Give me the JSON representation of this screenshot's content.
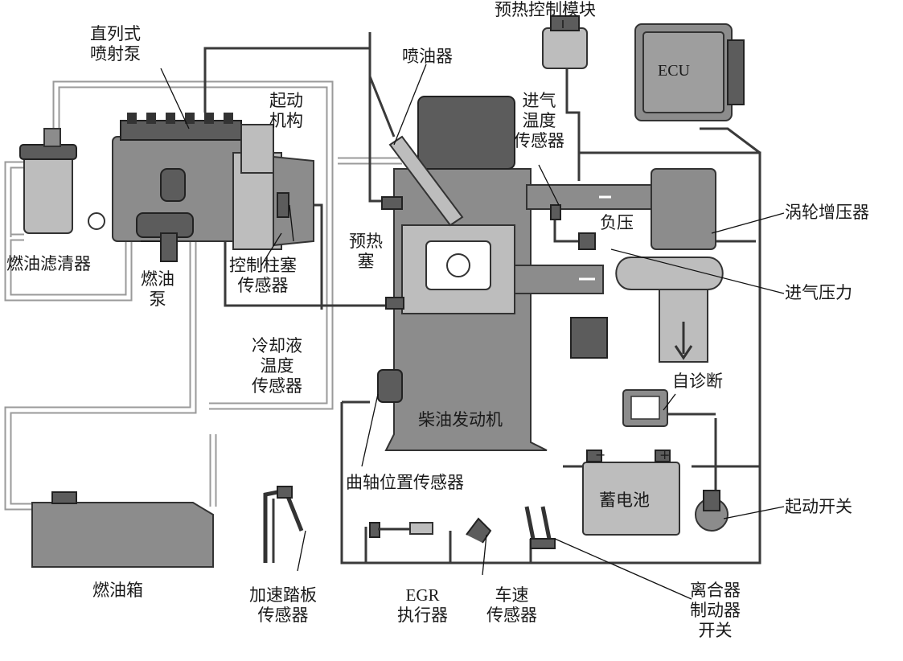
{
  "labels": {
    "inline_pump": [
      "直列式",
      "喷射泵"
    ],
    "preheat_module": "预热控制模块",
    "injector": "喷油器",
    "starter": [
      "起动",
      "机构"
    ],
    "ecu": "ECU",
    "intake_temp_sensor": [
      "进气",
      "温度",
      "传感器"
    ],
    "turbocharger": "涡轮增压器",
    "negative_pressure": "负压",
    "intake_pressure": "进气压力",
    "fuel_filter": "燃油滤清器",
    "fuel_pump": [
      "燃油",
      "泵"
    ],
    "control_plunger_sensor": [
      "控制柱塞",
      "传感器"
    ],
    "glow_plug": [
      "预热",
      "塞"
    ],
    "coolant_temp_sensor": [
      "冷却液",
      "温度",
      "传感器"
    ],
    "diesel_engine": "柴油发动机",
    "self_diagnosis": "自诊断",
    "crank_position_sensor": "曲轴位置传感器",
    "battery": "蓄电池",
    "battery_plus": "+",
    "battery_minus": "−",
    "start_switch": "起动开关",
    "fuel_tank": "燃油箱",
    "accelerator_sensor": [
      "加速踏板",
      "传感器"
    ],
    "egr_actuator": [
      "EGR",
      "执行器"
    ],
    "speed_sensor": [
      "车速",
      "传感器"
    ],
    "clutch_brake_switch": [
      "离合器",
      "制动器",
      "开关"
    ]
  },
  "colors": {
    "part_fill": "#8c8c8c",
    "part_dark": "#5c5c5c",
    "part_light": "#bdbdbd",
    "line": "#3a3a3a"
  }
}
